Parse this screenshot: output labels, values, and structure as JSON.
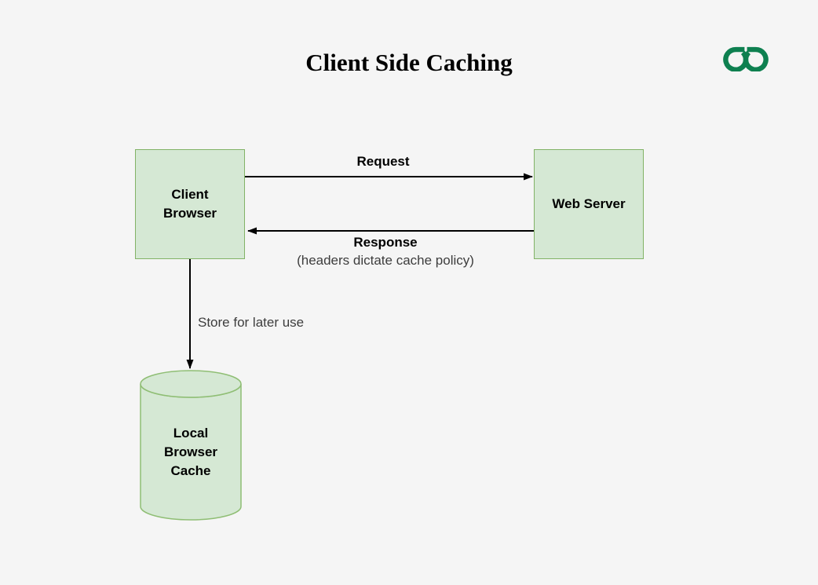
{
  "title": "Client Side Caching",
  "logo": {
    "name": "geeksforgeeks-logo"
  },
  "nodes": {
    "client_browser": {
      "label": "Client\nBrowser"
    },
    "web_server": {
      "label": "Web Server"
    },
    "local_browser_cache": {
      "label": "Local\nBrowser\nCache"
    }
  },
  "edges": {
    "request": {
      "label": "Request",
      "from": "client_browser",
      "to": "web_server"
    },
    "response": {
      "label": "Response",
      "sublabel": "(headers dictate cache policy)",
      "from": "web_server",
      "to": "client_browser"
    },
    "store": {
      "label": "Store for later use",
      "from": "client_browser",
      "to": "local_browser_cache"
    }
  },
  "colors": {
    "background": "#f5f5f5",
    "node_fill": "#d5e8d4",
    "node_border": "#82b366",
    "cylinder_border": "#8fbe74",
    "arrow": "#000000",
    "logo_green": "#0e8050",
    "muted_text": "#3d3d3d"
  }
}
